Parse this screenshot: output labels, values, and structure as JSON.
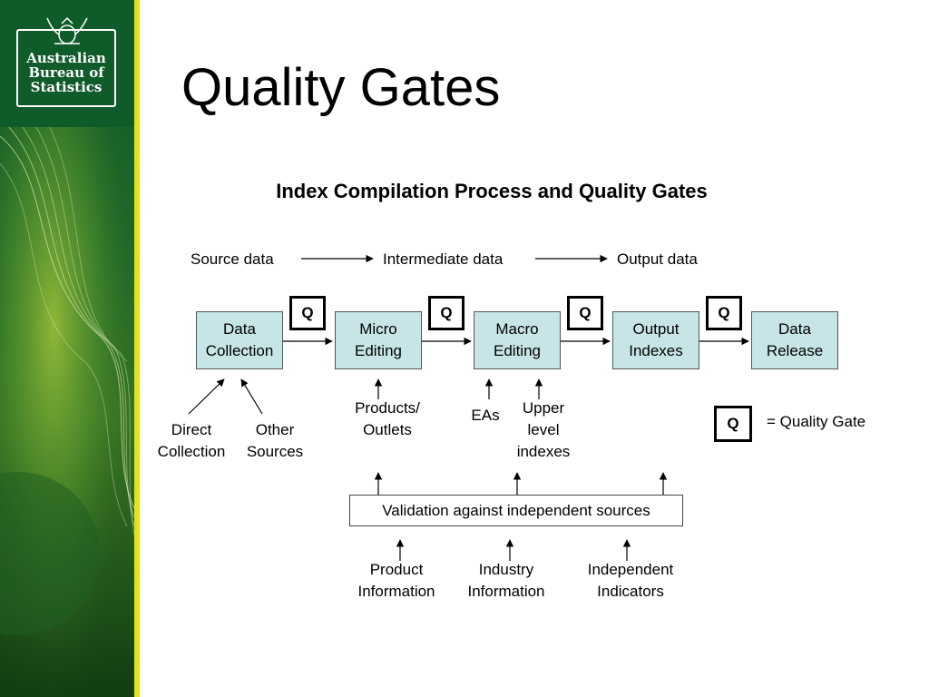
{
  "branding": {
    "logo_lines": [
      "Australian",
      "Bureau of",
      "Statistics"
    ]
  },
  "page_title": "Quality Gates",
  "diagram": {
    "title": "Index Compilation Process and Quality Gates",
    "data_flow": [
      "Source data",
      "Intermediate data",
      "Output data"
    ],
    "stages": [
      "Data\nCollection",
      "Micro\nEditing",
      "Macro\nEditing",
      "Output\nIndexes",
      "Data\nRelease"
    ],
    "gate_label": "Q",
    "collection_sources": [
      "Direct\nCollection",
      "Other\nSources"
    ],
    "editing_inputs": [
      "Products/\nOutlets",
      "EAs",
      "Upper\nlevel\nindexes"
    ],
    "validation": "Validation against independent sources",
    "validation_inputs": [
      "Product\nInformation",
      "Industry\nInformation",
      "Independent\nIndicators"
    ],
    "legend": {
      "symbol": "Q",
      "label": "= Quality Gate"
    }
  },
  "colors": {
    "stage_fill": "#c7e5e7",
    "sidebar_green": "#0f5b2a",
    "sidebar_stripe": "#e4e21a"
  }
}
